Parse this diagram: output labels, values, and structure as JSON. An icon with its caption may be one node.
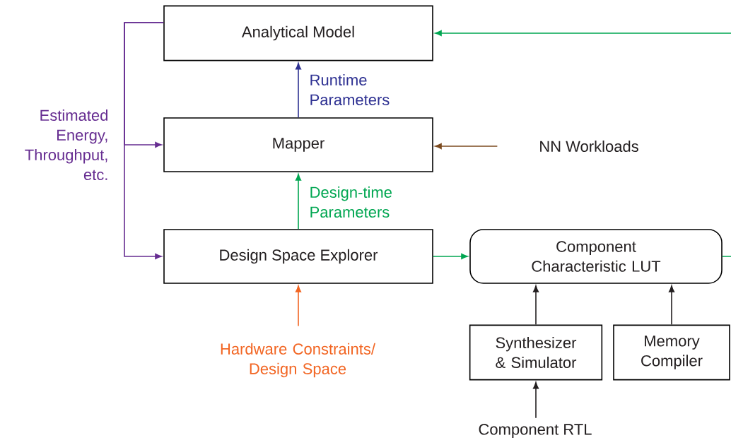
{
  "diagram": {
    "nodes": [
      {
        "text": [
          "Analytical Model"
        ]
      },
      {
        "text": [
          "Mapper"
        ]
      },
      {
        "text": [
          "Design Space Explorer"
        ]
      },
      {
        "text": [
          "Component Characteristic LUT"
        ]
      },
      {
        "text": [
          "Synthesizer & Simulator"
        ]
      },
      {
        "text": [
          "Memory Compiler"
        ]
      },
      {
        "text": [
          "NN Workloads"
        ]
      },
      {
        "text": [
          "Hardware Constraints/ Design Space"
        ]
      },
      {
        "text": [
          "Component RTL"
        ]
      }
    ],
    "edges": [
      {
        "from": 0,
        "to": 1,
        "arrow": "to",
        "color": "#662d91",
        "label": "Estimated Energy, Throughput, etc."
      },
      {
        "from": 0,
        "to": 2,
        "arrow": "to",
        "color": "#662d91"
      },
      {
        "from": 1,
        "to": 0,
        "arrow": "to",
        "color": "#2e3192",
        "label": "Runtime Parameters"
      },
      {
        "from": 2,
        "to": 1,
        "arrow": "to",
        "color": "#00a651",
        "label": "Design-time Parameters"
      },
      {
        "from": 2,
        "to": 3,
        "arrow": "to",
        "color": "#00a651"
      },
      {
        "from": 3,
        "to": 0,
        "arrow": "to",
        "color": "#00a651"
      },
      {
        "from": 6,
        "to": 1,
        "arrow": "to",
        "color": "#7b4a1f"
      },
      {
        "from": 7,
        "to": 2,
        "arrow": "to",
        "color": "#f26522"
      },
      {
        "from": 4,
        "to": 3,
        "arrow": "to",
        "color": "#231f20"
      },
      {
        "from": 5,
        "to": 3,
        "arrow": "to",
        "color": "#231f20"
      },
      {
        "from": 8,
        "to": 4,
        "arrow": "to",
        "color": "#231f20"
      }
    ]
  }
}
